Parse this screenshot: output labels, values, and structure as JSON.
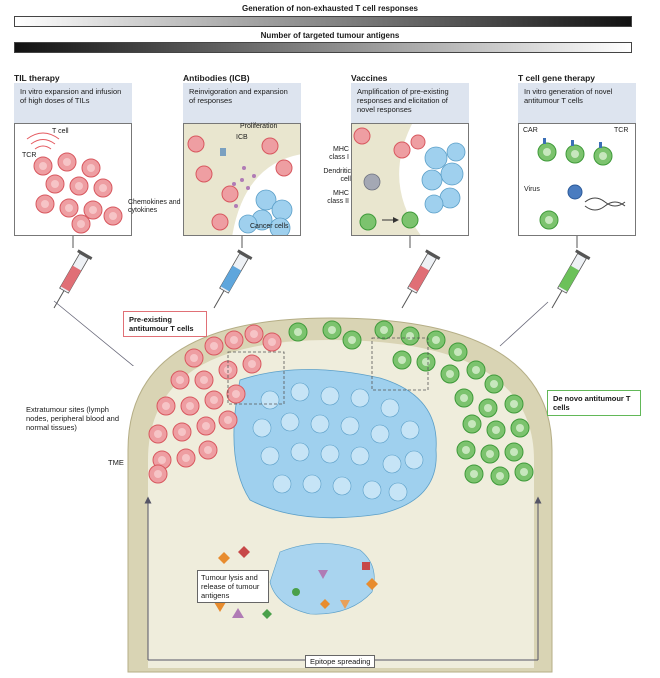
{
  "top_bars": {
    "bar1_label": "Generation of non-exhausted T cell responses",
    "bar2_label": "Number of targeted tumour antigens"
  },
  "columns": [
    {
      "title": "TIL therapy",
      "description": "In vitro expansion and infusion of high doses of TILs"
    },
    {
      "title": "Antibodies (ICB)",
      "description": "Reinvigoration and expansion of responses"
    },
    {
      "title": "Vaccines",
      "description": "Amplification of pre-existing responses and elicitation of novel responses"
    },
    {
      "title": "T cell gene therapy",
      "description": "In vitro generation of novel antitumour T cells"
    }
  ],
  "panel_labels": {
    "til_tcell": "T cell",
    "til_tcr": "TCR",
    "icb_proliferation": "Proliferation",
    "icb_icb": "ICB",
    "icb_chemokines": "Chemokines and cytokines",
    "icb_cancer": "Cancer cells",
    "vac_mhc1": "MHC class I",
    "vac_dc": "Dendritic cell",
    "vac_mhc2": "MHC class II",
    "gene_car": "CAR",
    "gene_tcr": "TCR",
    "gene_virus": "Virus"
  },
  "tumour_labels": {
    "preexisting": "Pre-existing antitumour T cells",
    "denovo": "De novo antitumour T cells",
    "extratumour": "Extratumour sites (lymph nodes, peripheral blood and normal tissues)",
    "tme": "TME",
    "lysis": "Tumour lysis and release of tumour antigens",
    "epitope": "Epitope spreading"
  },
  "colors": {
    "t_cell_red": "#e8868b",
    "t_cell_green": "#7cc36e",
    "tumour_blue": "#9fd0ee",
    "tme_beige": "#d9d4b4",
    "description_bg": "#dde4ef"
  }
}
